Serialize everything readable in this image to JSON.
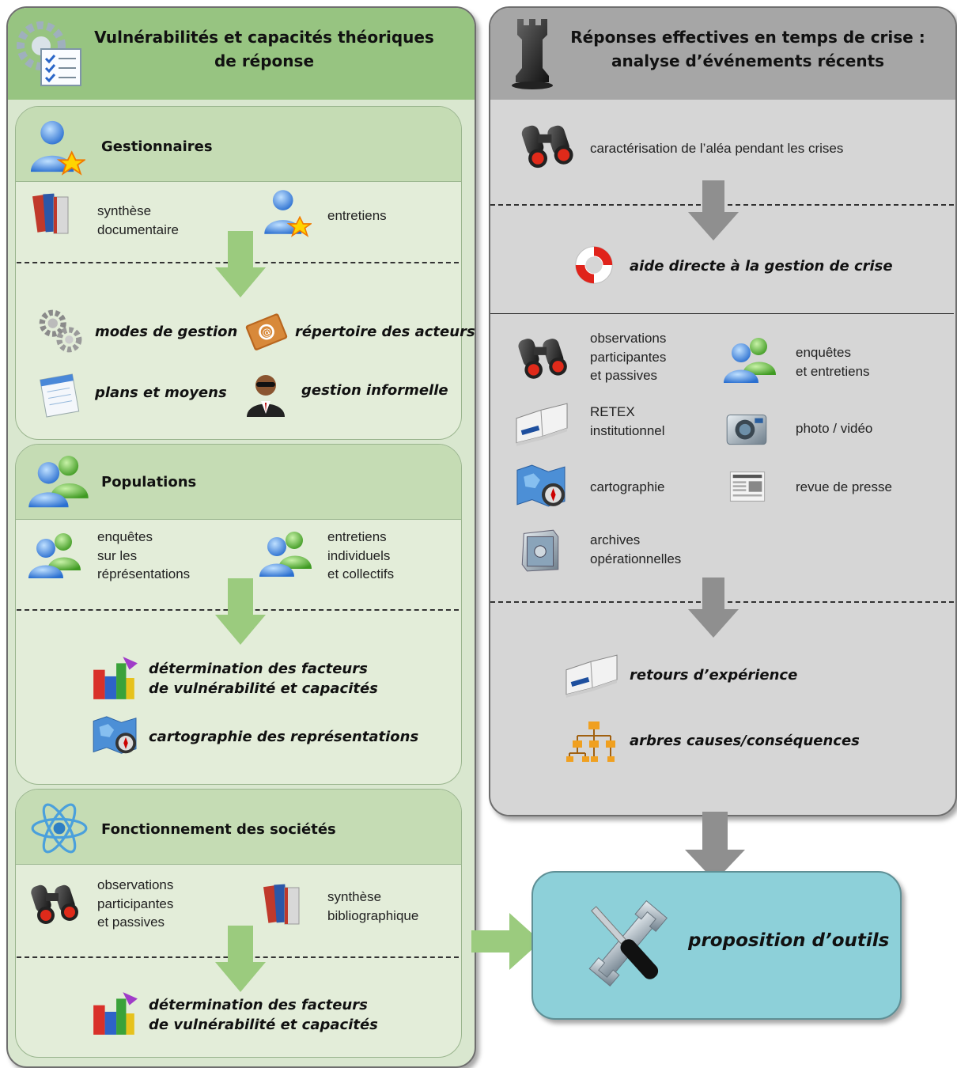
{
  "left_panel": {
    "title": "Vulnérabilités et capacités théoriques de réponse",
    "gestionnaires": {
      "title": "Gestionnaires",
      "sources": [
        "synthèse\ndocumentaire",
        "entretiens"
      ],
      "outputs": [
        "modes de gestion",
        "répertoire des acteurs",
        "plans et moyens",
        "gestion informelle"
      ]
    },
    "populations": {
      "title": "Populations",
      "sources": [
        "enquêtes\nsur les\nréprésentations",
        "entretiens\nindividuels\net collectifs"
      ],
      "outputs": [
        "détermination des facteurs\nde vulnérabilité et capacités",
        "cartographie des représentations"
      ]
    },
    "societes": {
      "title": "Fonctionnement des sociétés",
      "sources": [
        "observations\nparticipantes\net passives",
        "synthèse\nbibliographique"
      ],
      "outputs": [
        "détermination des facteurs\nde vulnérabilité et capacités"
      ]
    }
  },
  "right_panel": {
    "title": "Réponses effectives en temps de crise :\nanalyse d’événements récents",
    "section1_source": "caractérisation de l’aléa pendant les crises",
    "section1_output": "aide directe à la gestion de crise",
    "section2_sources": [
      "observations\nparticipantes\net passives",
      "enquêtes\net entretiens",
      "RETEX\ninstitutionnel",
      "photo / vidéo",
      "cartographie",
      "revue de presse",
      "archives\nopérationnelles"
    ],
    "section2_outputs": [
      "retours d’expérience",
      "arbres causes/conséquences"
    ]
  },
  "result": {
    "label": "proposition d’outils"
  },
  "colors": {
    "left_panel_bg": "#d9e7cf",
    "left_header": "#97c481",
    "right_panel_bg": "#d6d6d6",
    "right_header": "#a6a6a6",
    "result_bg": "#8dd0d9",
    "green_arrow": "#9bcb7e",
    "gray_arrow": "#8f8f8f"
  },
  "icons": {
    "left_header": "gear-checklist-icon",
    "right_header": "chess-rook-icon",
    "gestionnaires": "user-star-icon",
    "populations": "users-group-icon",
    "societes": "atom-icon",
    "result": "wrench-screwdriver-icon"
  }
}
